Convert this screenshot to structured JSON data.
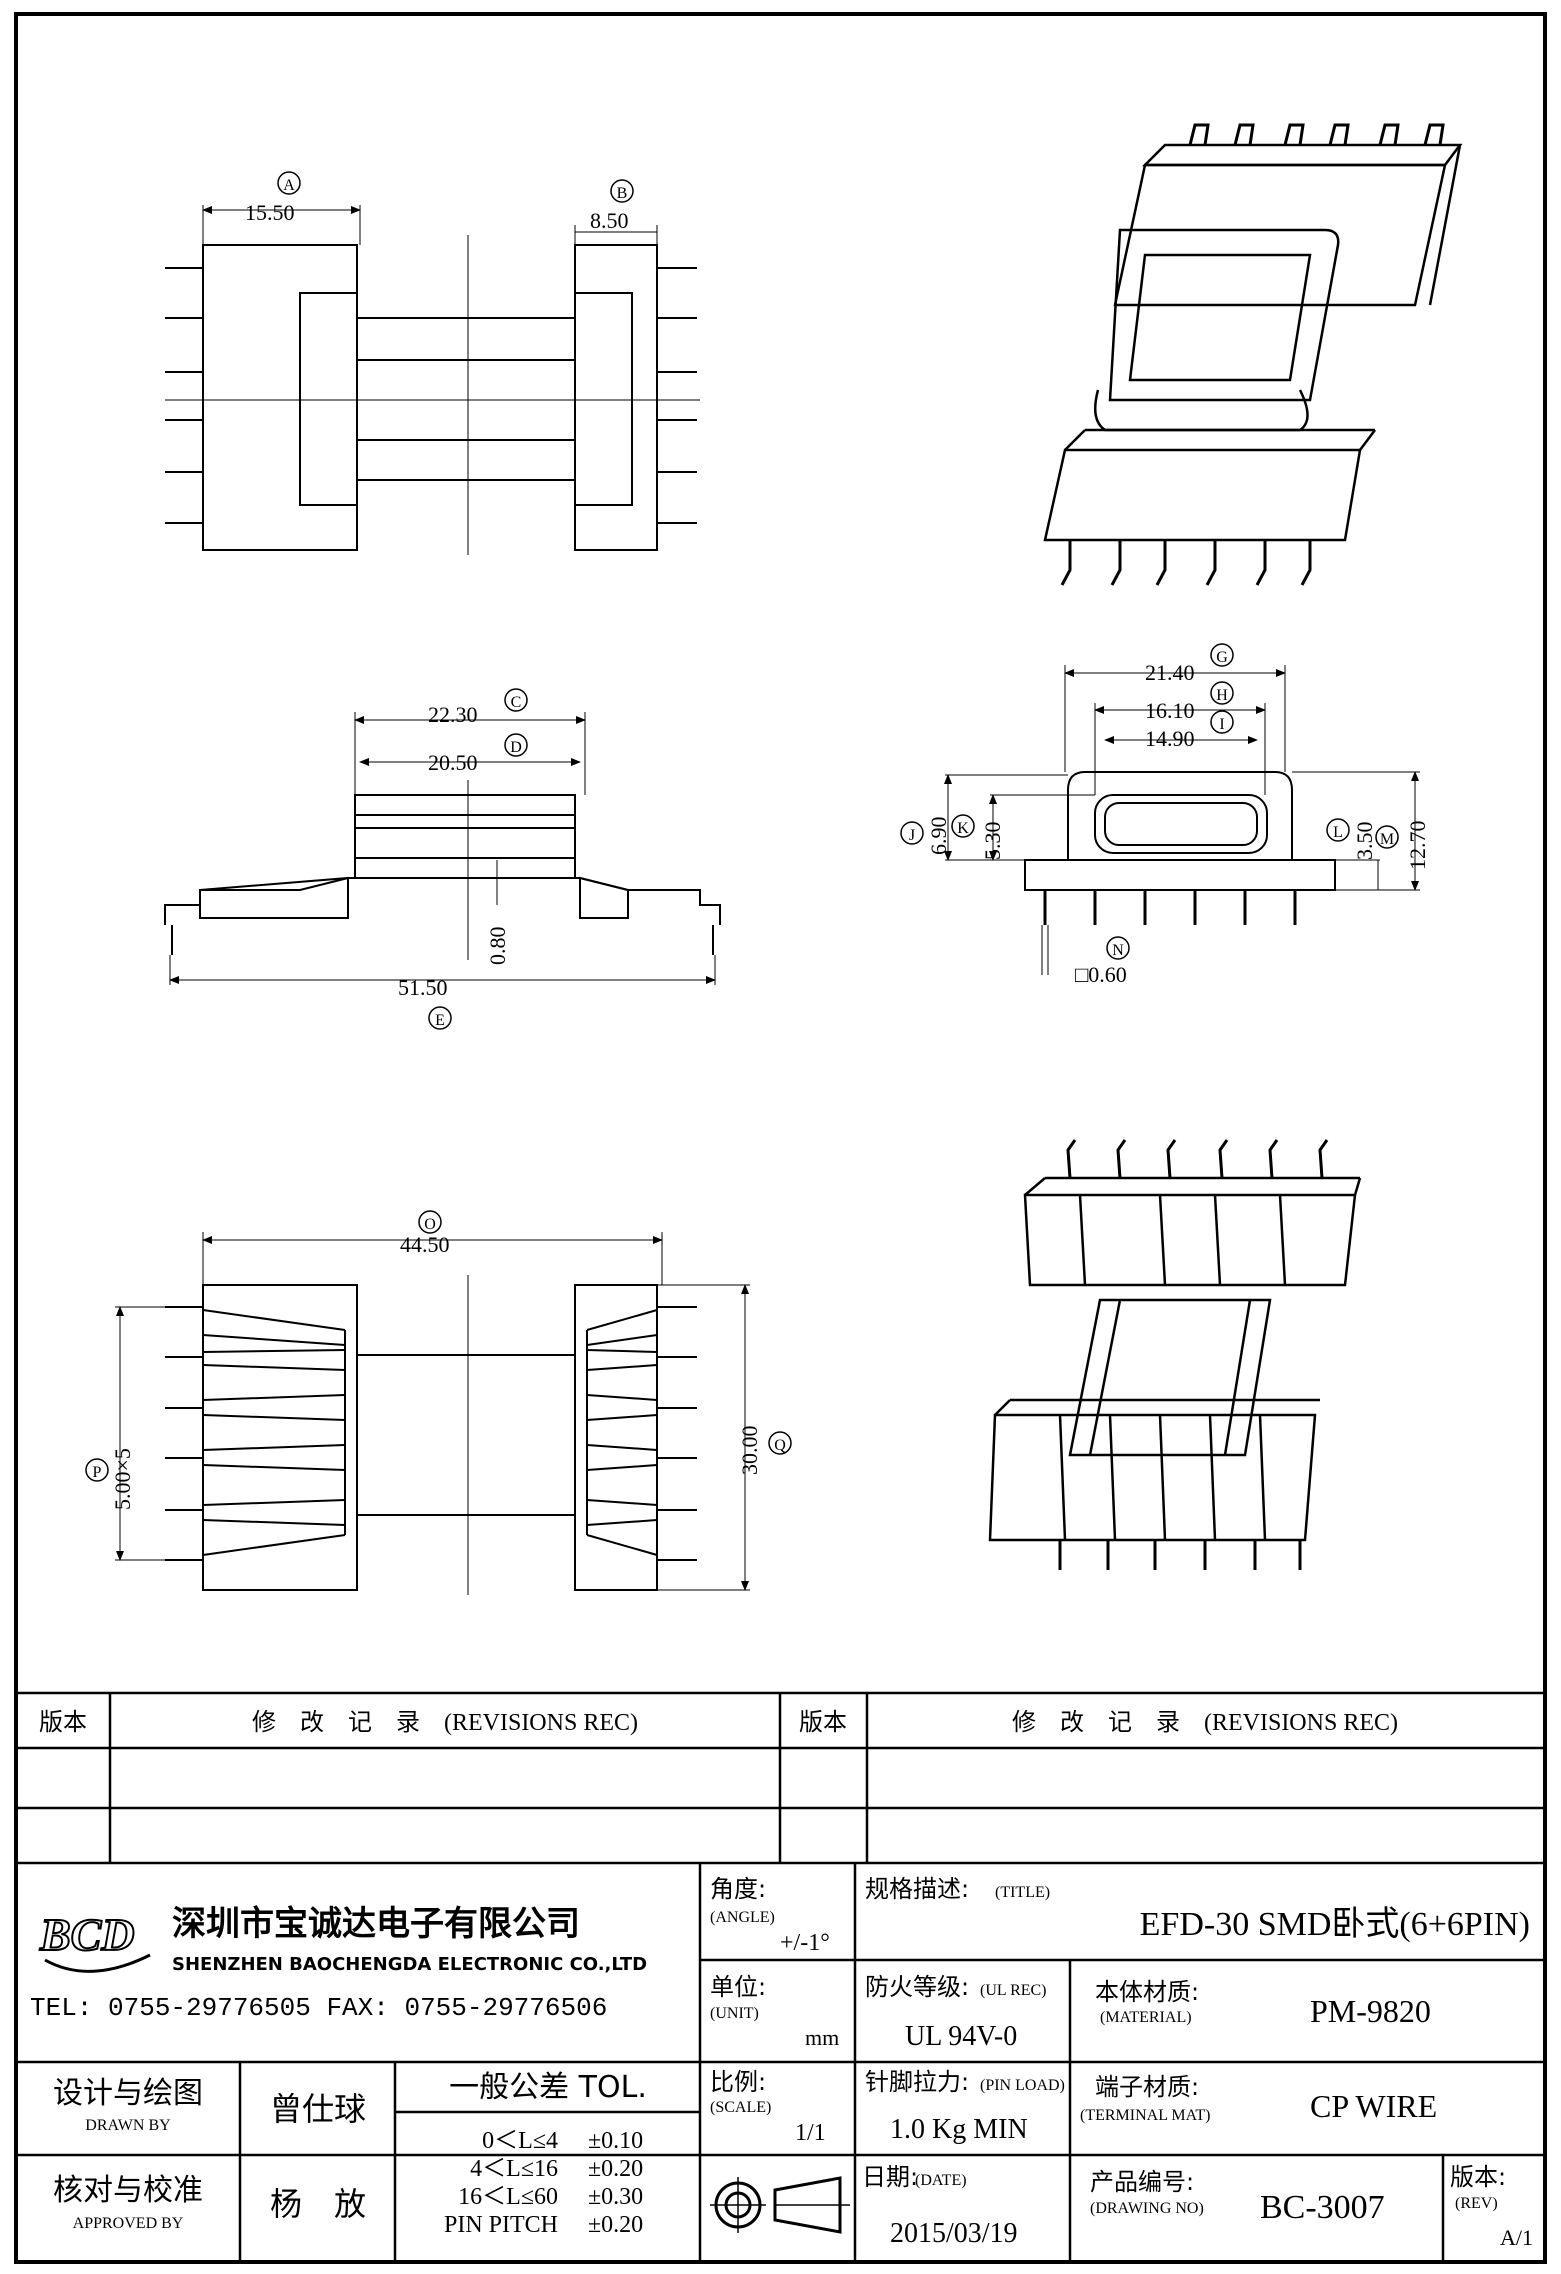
{
  "views": {
    "top": {
      "dim_a": "15.50",
      "dim_b": "8.50",
      "tag_a": "A",
      "tag_b": "B"
    },
    "side": {
      "dim_c": "22.30",
      "dim_d": "20.50",
      "dim_e": "51.50",
      "dim_thk": "0.80",
      "tag_c": "C",
      "tag_d": "D",
      "tag_e": "E"
    },
    "end": {
      "dim_g": "21.40",
      "dim_h": "16.10",
      "dim_i": "14.90",
      "dim_j": "6.90",
      "dim_k": "5.30",
      "dim_l": "3.50",
      "dim_m": "12.70",
      "dim_n": "□0.60",
      "tag_g": "G",
      "tag_h": "H",
      "tag_i": "I",
      "tag_j": "J",
      "tag_k": "K",
      "tag_l": "L",
      "tag_m": "M",
      "tag_n": "N"
    },
    "bottom": {
      "dim_o": "44.50",
      "dim_p": "5.00×5",
      "dim_q": "30.00",
      "tag_o": "O",
      "tag_p": "P",
      "tag_q": "Q"
    }
  },
  "revisions": {
    "ver_label": "版本",
    "rec_label": "修　改　记　录　(REVISIONS REC)"
  },
  "company": {
    "logo": "BCD",
    "name_cn": "深圳市宝诚达电子有限公司",
    "name_en": "SHENZHEN BAOCHENGDA ELECTRONIC CO.,LTD",
    "contact": "TEL: 0755-29776505  FAX: 0755-29776506"
  },
  "titleblock": {
    "angle_label": "角度:",
    "angle_en": "(ANGLE)",
    "angle_val": "+/-1°",
    "title_label": "规格描述:",
    "title_en": "(TITLE)",
    "title_val": "EFD-30 SMD卧式(6+6PIN)",
    "unit_label": "单位:",
    "unit_en": "(UNIT)",
    "unit_val": "mm",
    "ul_label": "防火等级:",
    "ul_en": "(UL REC)",
    "ul_val": "UL 94V-0",
    "mat_label": "本体材质:",
    "mat_en": "(MATERIAL)",
    "mat_val": "PM-9820",
    "scale_label": "比例:",
    "scale_en": "(SCALE)",
    "scale_val": "1/1",
    "pin_label": "针脚拉力:",
    "pin_en": "(PIN LOAD)",
    "pin_val": "1.0 Kg MIN",
    "term_label": "端子材质:",
    "term_en": "(TERMINAL MAT)",
    "term_val": "CP WIRE",
    "date_label": "日期:",
    "date_en": "(DATE)",
    "date_val": "2015/03/19",
    "dwg_label": "产品编号:",
    "dwg_en": "(DRAWING NO)",
    "dwg_val": "BC-3007",
    "rev_label": "版本:",
    "rev_en": "(REV)",
    "rev_val": "A/1",
    "design_label": "设计与绘图",
    "design_en": "DRAWN BY",
    "designer": "曾仕球",
    "approve_label": "核对与校准",
    "approve_en": "APPROVED BY",
    "approver": "杨　放",
    "tol_title": "一般公差 TOL.",
    "tol_rows": [
      {
        "range": "0＜L≤4",
        "val": "±0.10"
      },
      {
        "range": "4＜L≤16",
        "val": "±0.20"
      },
      {
        "range": "16＜L≤60",
        "val": "±0.30"
      },
      {
        "range": "PIN PITCH",
        "val": "±0.20"
      }
    ]
  }
}
